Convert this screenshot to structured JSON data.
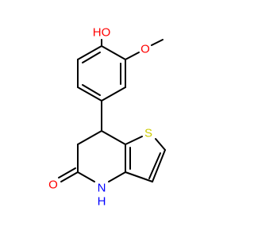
{
  "molecule": {
    "atoms": {
      "hydroxyl": {
        "text": "HO",
        "color": "#ff0000"
      },
      "methoxy_oxygen": {
        "text": "O",
        "color": "#ff0000"
      },
      "thiophene_sulfur": {
        "text": "S",
        "color": "#cccc00"
      },
      "lactam_nitrogen": {
        "text": "N",
        "color": "#0000ff"
      },
      "lactam_nitrogen_h": {
        "text": "H",
        "color": "#0000ff"
      },
      "carbonyl_oxygen": {
        "text": "O",
        "color": "#ff0000"
      }
    }
  }
}
